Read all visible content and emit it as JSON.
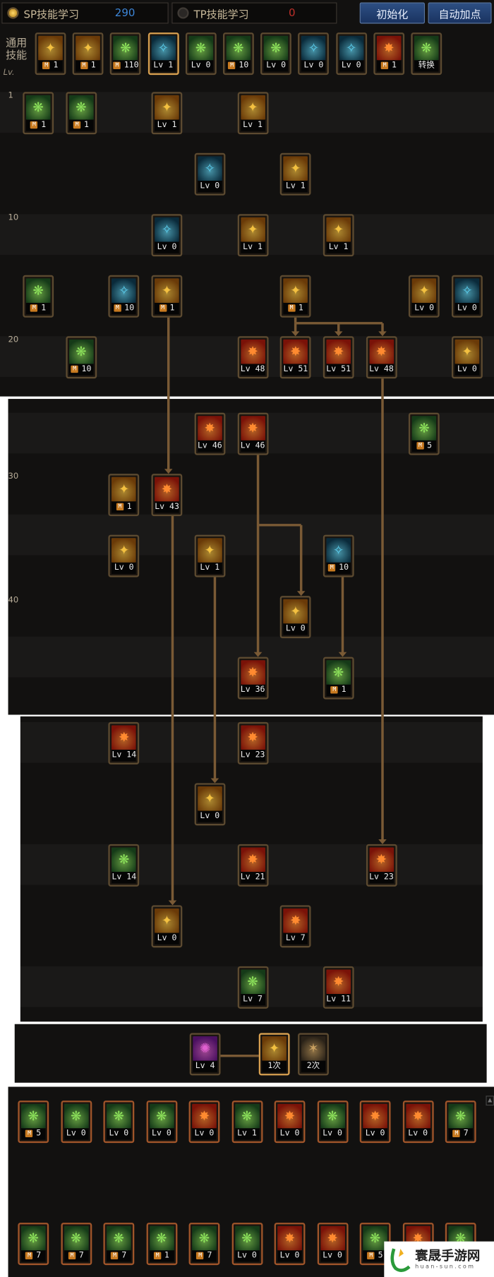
{
  "header": {
    "sp_label": "SP技能学习",
    "sp_value": "290",
    "tp_label": "TP技能学习",
    "tp_value": "0",
    "reset_button": "初始化",
    "auto_button": "自动加点"
  },
  "general": {
    "label": "通用技能",
    "lv_label": "Lv.",
    "skills": [
      {
        "m": true,
        "v": "1",
        "theme": "gold"
      },
      {
        "m": true,
        "v": "1",
        "theme": "gold"
      },
      {
        "m": true,
        "v": "110",
        "theme": "green"
      },
      {
        "m": false,
        "v": "Lv 1",
        "theme": "blue",
        "selected": true
      },
      {
        "m": false,
        "v": "Lv 0",
        "theme": "green"
      },
      {
        "m": true,
        "v": "10",
        "theme": "green"
      },
      {
        "m": false,
        "v": "Lv 0",
        "theme": "green"
      },
      {
        "m": false,
        "v": "Lv 0",
        "theme": "blue"
      },
      {
        "m": false,
        "v": "Lv 0",
        "theme": "blue"
      },
      {
        "m": true,
        "v": "1",
        "theme": "red"
      },
      {
        "m": false,
        "v": "转换",
        "theme": "green"
      }
    ]
  },
  "tier_labels": [
    "1",
    "10",
    "20",
    "30",
    "40"
  ],
  "tree": [
    {
      "m": true,
      "v": "1",
      "theme": "green"
    },
    {
      "m": true,
      "v": "1",
      "theme": "green"
    },
    {
      "m": false,
      "v": "Lv 1",
      "theme": "gold"
    },
    {
      "m": false,
      "v": "Lv 1",
      "theme": "gold"
    },
    {
      "m": false,
      "v": "Lv 0",
      "theme": "blue"
    },
    {
      "m": false,
      "v": "Lv 1",
      "theme": "gold"
    },
    {
      "m": false,
      "v": "Lv 0",
      "theme": "blue"
    },
    {
      "m": false,
      "v": "Lv 1",
      "theme": "gold"
    },
    {
      "m": false,
      "v": "Lv 1",
      "theme": "gold"
    },
    {
      "m": true,
      "v": "1",
      "theme": "green"
    },
    {
      "m": true,
      "v": "10",
      "theme": "blue"
    },
    {
      "m": true,
      "v": "1",
      "theme": "gold"
    },
    {
      "m": true,
      "v": "1",
      "theme": "gold"
    },
    {
      "m": false,
      "v": "Lv 0",
      "theme": "gold"
    },
    {
      "m": false,
      "v": "Lv 0",
      "theme": "blue"
    },
    {
      "m": true,
      "v": "10",
      "theme": "green"
    },
    {
      "m": false,
      "v": "Lv 48",
      "theme": "red"
    },
    {
      "m": false,
      "v": "Lv 51",
      "theme": "red"
    },
    {
      "m": false,
      "v": "Lv 51",
      "theme": "red"
    },
    {
      "m": false,
      "v": "Lv 48",
      "theme": "red"
    },
    {
      "m": false,
      "v": "Lv 0",
      "theme": "gold"
    },
    {
      "m": false,
      "v": "Lv 46",
      "theme": "red"
    },
    {
      "m": false,
      "v": "Lv 46",
      "theme": "red"
    },
    {
      "m": true,
      "v": "5",
      "theme": "green"
    },
    {
      "m": true,
      "v": "1",
      "theme": "gold"
    },
    {
      "m": false,
      "v": "Lv 43",
      "theme": "red"
    },
    {
      "m": false,
      "v": "Lv 0",
      "theme": "gold"
    },
    {
      "m": false,
      "v": "Lv 1",
      "theme": "gold"
    },
    {
      "m": true,
      "v": "10",
      "theme": "blue"
    },
    {
      "m": false,
      "v": "Lv 0",
      "theme": "gold"
    },
    {
      "m": false,
      "v": "Lv 36",
      "theme": "red"
    },
    {
      "m": true,
      "v": "1",
      "theme": "green"
    },
    {
      "m": false,
      "v": "Lv 14",
      "theme": "red"
    },
    {
      "m": false,
      "v": "Lv 23",
      "theme": "red"
    },
    {
      "m": false,
      "v": "Lv 0",
      "theme": "gold"
    },
    {
      "m": false,
      "v": "Lv 14",
      "theme": "green"
    },
    {
      "m": false,
      "v": "Lv 21",
      "theme": "red"
    },
    {
      "m": false,
      "v": "Lv 23",
      "theme": "red"
    },
    {
      "m": false,
      "v": "Lv 0",
      "theme": "gold"
    },
    {
      "m": false,
      "v": "Lv 7",
      "theme": "red"
    },
    {
      "m": false,
      "v": "Lv 7",
      "theme": "green"
    },
    {
      "m": false,
      "v": "Lv 11",
      "theme": "red"
    }
  ],
  "awakening": [
    {
      "m": false,
      "v": "Lv 4",
      "theme": "purple"
    },
    {
      "m": false,
      "v": "1次",
      "theme": "gold",
      "selected": true
    },
    {
      "m": false,
      "v": "2次",
      "theme": "dark"
    }
  ],
  "ex_row1": [
    {
      "m": true,
      "v": "5",
      "theme": "green"
    },
    {
      "m": false,
      "v": "Lv 0",
      "theme": "green"
    },
    {
      "m": false,
      "v": "Lv 0",
      "theme": "green"
    },
    {
      "m": false,
      "v": "Lv 0",
      "theme": "green"
    },
    {
      "m": false,
      "v": "Lv 0",
      "theme": "red"
    },
    {
      "m": false,
      "v": "Lv 1",
      "theme": "green"
    },
    {
      "m": false,
      "v": "Lv 0",
      "theme": "red"
    },
    {
      "m": false,
      "v": "Lv 0",
      "theme": "green"
    },
    {
      "m": false,
      "v": "Lv 0",
      "theme": "red"
    },
    {
      "m": false,
      "v": "Lv 0",
      "theme": "red"
    },
    {
      "m": true,
      "v": "7",
      "theme": "green"
    }
  ],
  "ex_row2": [
    {
      "m": true,
      "v": "7",
      "theme": "green"
    },
    {
      "m": true,
      "v": "7",
      "theme": "green"
    },
    {
      "m": true,
      "v": "7",
      "theme": "green"
    },
    {
      "m": true,
      "v": "1",
      "theme": "green"
    },
    {
      "m": true,
      "v": "7",
      "theme": "green"
    },
    {
      "m": false,
      "v": "Lv 0",
      "theme": "green"
    },
    {
      "m": false,
      "v": "Lv 0",
      "theme": "red"
    },
    {
      "m": false,
      "v": "Lv 0",
      "theme": "red"
    },
    {
      "m": true,
      "v": "5",
      "theme": "green"
    },
    {
      "m": false,
      "v": "",
      "theme": "red"
    },
    {
      "m": false,
      "v": "",
      "theme": "green"
    }
  ],
  "watermark": {
    "title": "寰晟手游网",
    "url": "huan-sun.com"
  },
  "colors": {
    "sp": "#3d86d8",
    "tp": "#c0302a",
    "line": "#7a5a35"
  }
}
